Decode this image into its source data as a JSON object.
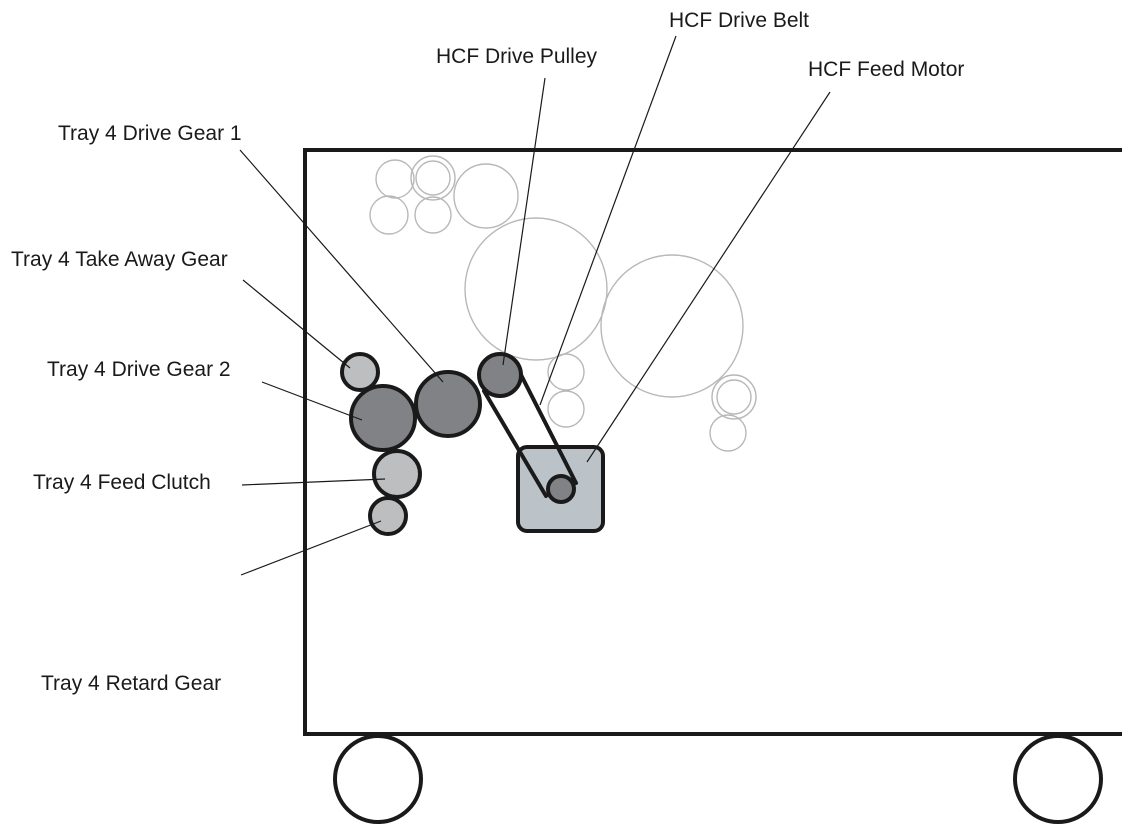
{
  "labels": {
    "hcf_drive_belt": "HCF Drive Belt",
    "hcf_drive_pulley": "HCF Drive Pulley",
    "hcf_feed_motor": "HCF Feed Motor",
    "tray4_drive_gear_1": "Tray 4 Drive Gear 1",
    "tray4_take_away_gear": "Tray 4 Take Away Gear",
    "tray4_drive_gear_2": "Tray 4 Drive Gear 2",
    "tray4_feed_clutch": "Tray 4 Feed Clutch",
    "tray4_retard_gear": "Tray 4 Retard Gear"
  },
  "colors": {
    "line": "#1a1a1a",
    "ghost_outline": "#b8b8b8",
    "dark_gear": "#808285",
    "light_gear": "#bcbec0",
    "motor_fill": "#bcc3c8",
    "background": "#ffffff"
  }
}
